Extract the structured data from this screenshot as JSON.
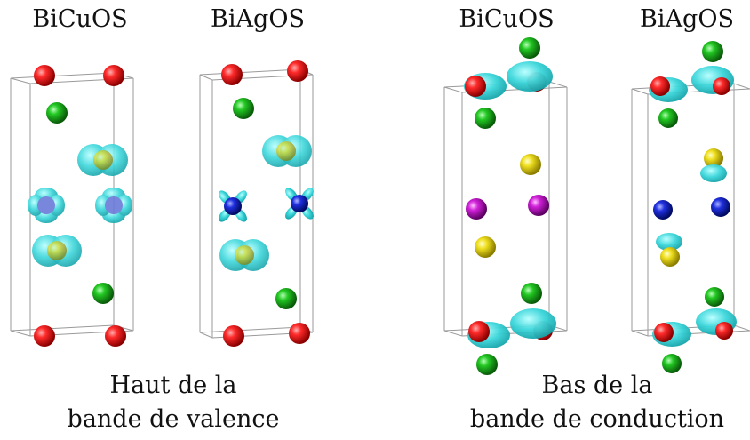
{
  "panels": {
    "p1": {
      "title": "BiCuOS"
    },
    "p2": {
      "title": "BiAgOS"
    },
    "p3": {
      "title": "BiCuOS"
    },
    "p4": {
      "title": "BiAgOS"
    }
  },
  "captions": {
    "left_line1": "Haut de la",
    "left_line2": "bande de valence",
    "right_line1": "Bas de la",
    "right_line2": "bande de conduction"
  },
  "colors": {
    "red_atom": "#e31212",
    "green_atom": "#16b016",
    "yellow_atom": "#e6d81a",
    "blue_atom": "#1a2ad0",
    "magenta_atom": "#c81ad0",
    "isosurface": "#33d8dc"
  }
}
